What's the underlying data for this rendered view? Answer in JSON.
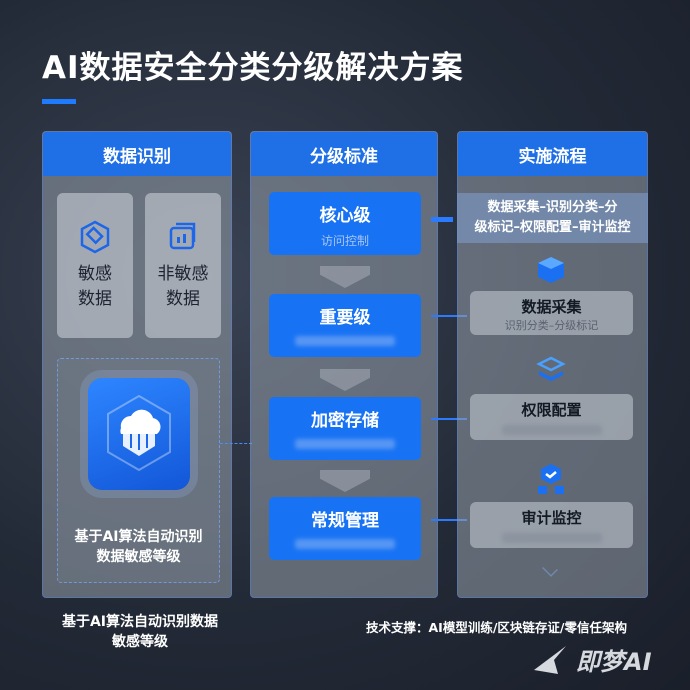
{
  "title": "AI数据安全分类分级解决方案",
  "columns": [
    {
      "header": "数据识别",
      "cards": [
        {
          "label_line1": "敏感",
          "label_line2": "数据"
        },
        {
          "label_line1": "非敏感",
          "label_line2": "数据"
        }
      ],
      "ai_box_caption_line1": "基于AI算法自动识别",
      "ai_box_caption_line2": "数据敏感等级"
    },
    {
      "header": "分级标准",
      "levels": [
        {
          "title": "核心级",
          "subtitle": "访问控制"
        },
        {
          "title": "重要级"
        },
        {
          "title": "加密存储"
        },
        {
          "title": "常规管理"
        }
      ]
    },
    {
      "header": "实施流程",
      "flow_line1": "数据采集–识别分类–分",
      "flow_line2": "级标记–权限配置–审计监控",
      "steps": [
        {
          "title": "数据采集",
          "subtitle": "识别分类–分级标记"
        },
        {
          "title": "权限配置"
        },
        {
          "title": "审计监控"
        }
      ]
    }
  ],
  "bottom_caption_line1": "基于AI算法自动识别数据",
  "bottom_caption_line2": "敏感等级",
  "tech_support": "技术支撑：AI模型训练/区块链存证/零信任架构",
  "watermark": "即梦AI",
  "colors": {
    "accent": "#1f6fe6",
    "background": "#232a37"
  }
}
